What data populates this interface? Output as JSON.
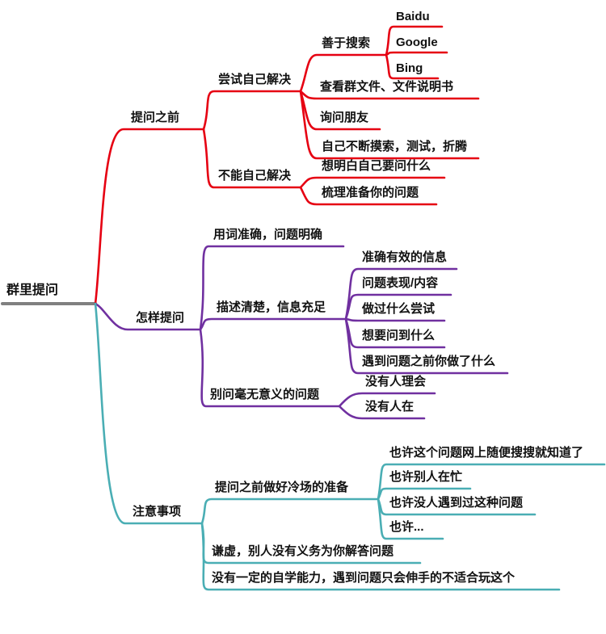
{
  "title": "群里提问思维导图",
  "colors": {
    "red": "#e60012",
    "purple": "#7030a0",
    "teal": "#4aaeb4",
    "gray": "#808080",
    "text": "#111111",
    "background": "#ffffff"
  },
  "nodes": {
    "root": "群里提问",
    "before": "提问之前",
    "try_self": "尝试自己解决",
    "search": "善于搜索",
    "baidu": "Baidu",
    "google": "Google",
    "bing": "Bing",
    "group_files": "查看群文件、文件说明书",
    "ask_friends": "询问朋友",
    "explore": "自己不断摸索，测试，折腾",
    "cannot_self": "不能自己解决",
    "think_clear": "想明白自己要问什么",
    "prepare": "梳理准备你的问题",
    "how": "怎样提问",
    "accurate_words": "用词准确，问题明确",
    "describe": "描述清楚，信息充足",
    "accurate_info": "准确有效的信息",
    "problem_content": "问题表现/内容",
    "what_tried": "做过什么尝试",
    "what_ask": "想要问到什么",
    "before_did": "遇到问题之前你做了什么",
    "meaningless": "别问毫无意义的问题",
    "no_response": "没有人理会",
    "nobody_there": "没有人在",
    "notes": "注意事项",
    "cold_prep": "提问之前做好冷场的准备",
    "maybe_search": "也许这个问题网上随便搜搜就知道了",
    "maybe_busy": "也许别人在忙",
    "maybe_never": "也许没人遇到过这种问题",
    "maybe_etc": "也许...",
    "humble": "谦虚，别人没有义务为你解答问题",
    "self_learn": "没有一定的自学能力，遇到问题只会伸手的不适合玩这个"
  },
  "structure": {
    "root": {
      "提问之前": {
        "尝试自己解决": {
          "善于搜索": [
            "Baidu",
            "Google",
            "Bing"
          ],
          "查看群文件、文件说明书": [],
          "询问朋友": [],
          "自己不断摸索，测试，折腾": []
        },
        "不能自己解决": {
          "想明白自己要问什么": [],
          "梳理准备你的问题": []
        }
      },
      "怎样提问": {
        "用词准确，问题明确": [],
        "描述清楚，信息充足": [
          "准确有效的信息",
          "问题表现/内容",
          "做过什么尝试",
          "想要问到什么",
          "遇到问题之前你做了什么"
        ],
        "别问毫无意义的问题": [
          "没有人理会",
          "没有人在"
        ]
      },
      "注意事项": {
        "提问之前做好冷场的准备": [
          "也许这个问题网上随便搜搜就知道了",
          "也许别人在忙",
          "也许没人遇到过这种问题",
          "也许..."
        ],
        "谦虚，别人没有义务为你解答问题": [],
        "没有一定的自学能力，遇到问题只会伸手的不适合玩这个": []
      }
    }
  }
}
